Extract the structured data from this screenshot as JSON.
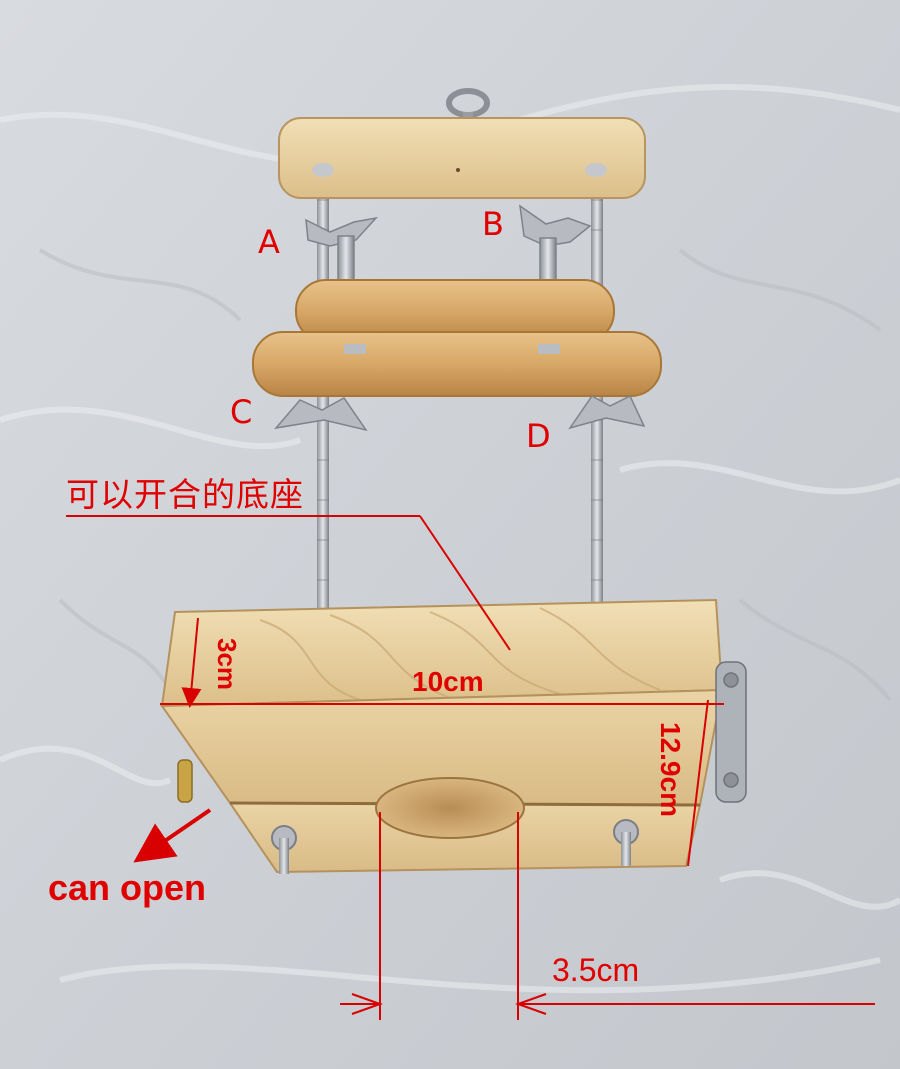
{
  "colors": {
    "background": "#cfd3d8",
    "wood_light": "#e9d4a6",
    "wood_dark": "#c99a5c",
    "metal": "#b8bcc2",
    "annotation_red": "#e00000"
  },
  "labels": {
    "a": "A",
    "b": "B",
    "c": "C",
    "d": "D",
    "base_note": "可以开合的底座",
    "height": "3cm",
    "width": "10cm",
    "depth": "12.9cm",
    "can_open": "can open",
    "hole": "3.5cm"
  }
}
